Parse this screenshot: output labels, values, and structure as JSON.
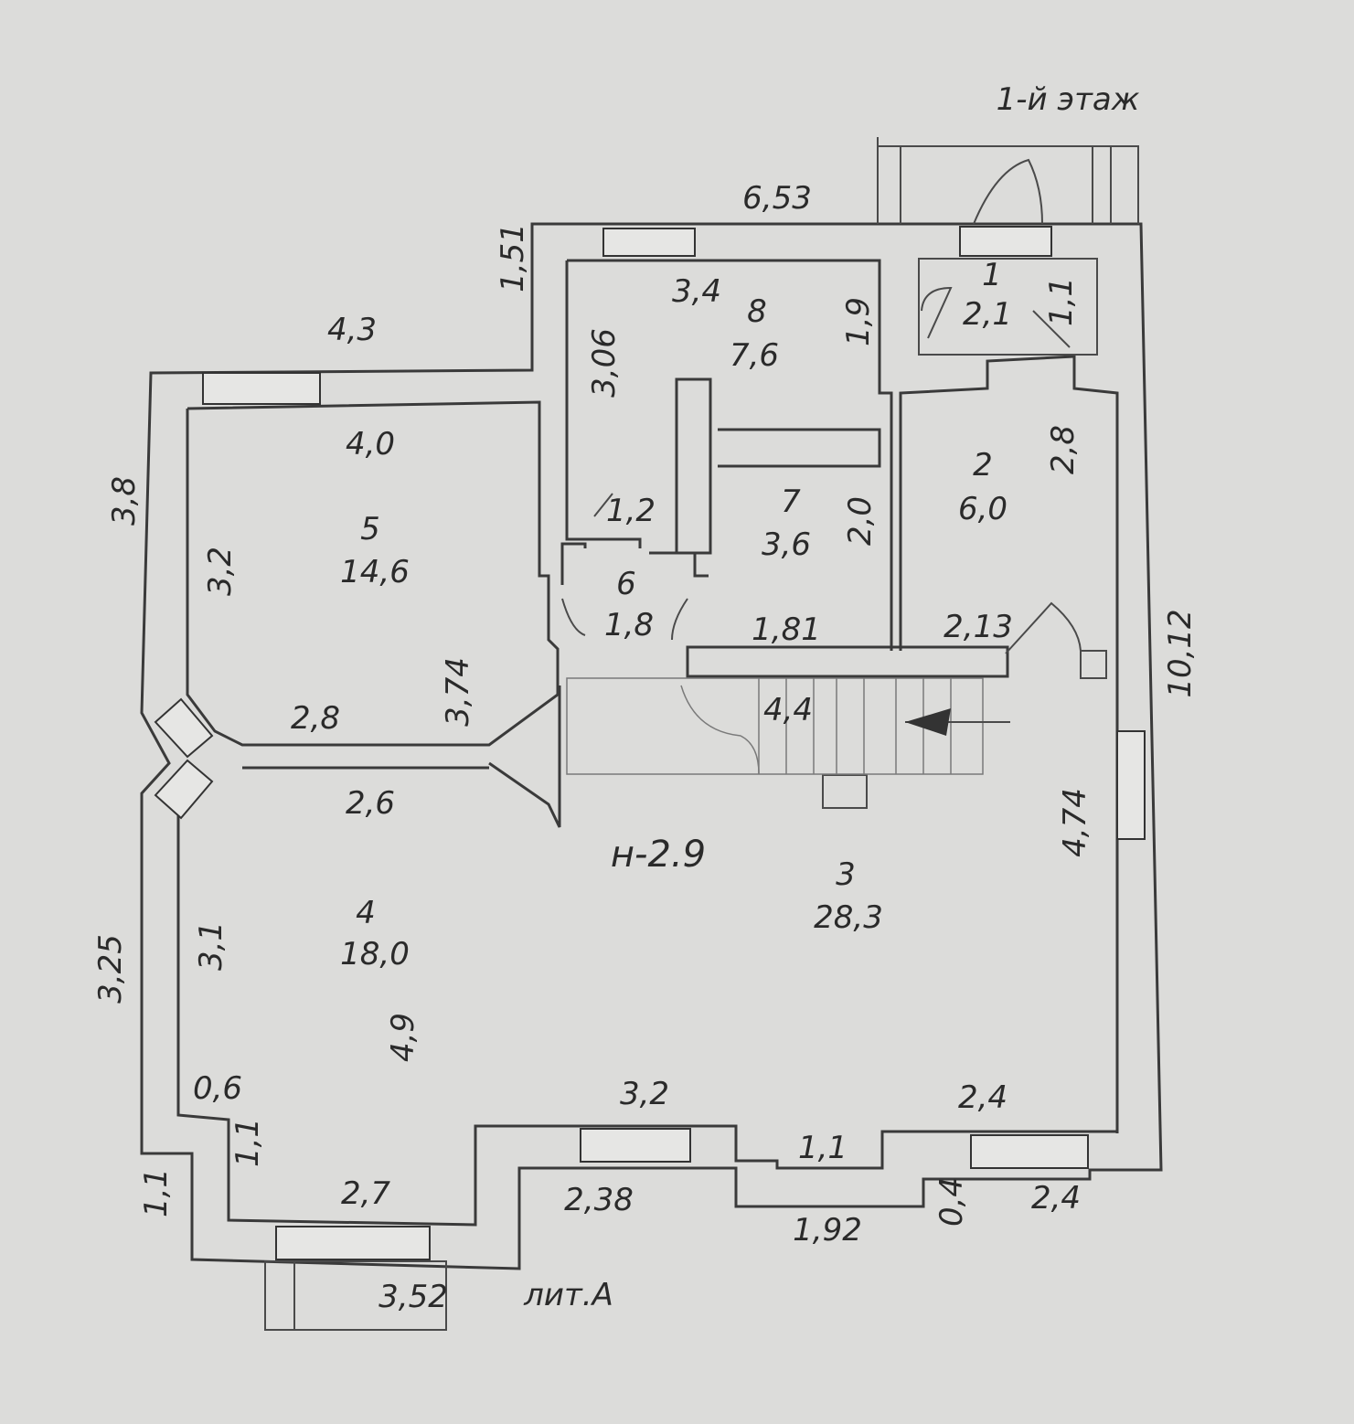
{
  "title": "1-й этаж",
  "building_label": "лит.А",
  "height_label": "н-2.9",
  "rooms": [
    {
      "number": "1",
      "area": "2,1"
    },
    {
      "number": "2",
      "area": "6,0"
    },
    {
      "number": "3",
      "area": "28,3"
    },
    {
      "number": "4",
      "area": "18,0"
    },
    {
      "number": "5",
      "area": "14,6"
    },
    {
      "number": "6",
      "area": "1,8"
    },
    {
      "number": "7",
      "area": "3,6"
    },
    {
      "number": "8",
      "area": "7,6"
    }
  ],
  "dimensions": [
    "6,53",
    "1,51",
    "4,3",
    "3,8",
    "4,0",
    "3,2",
    "2,8",
    "3,74",
    "2,6",
    "3,06",
    "3,4",
    "1,9",
    "1,2",
    "2,0",
    "1,81",
    "2,13",
    "2,8",
    "1,1",
    "10,12",
    "4,4",
    "4,74",
    "3,25",
    "3,1",
    "4,9",
    "0,6",
    "1,1",
    "3,2",
    "1,1",
    "2,4",
    "1,1",
    "2,7",
    "2,38",
    "1,92",
    "0,4",
    "2,4",
    "3,52"
  ]
}
